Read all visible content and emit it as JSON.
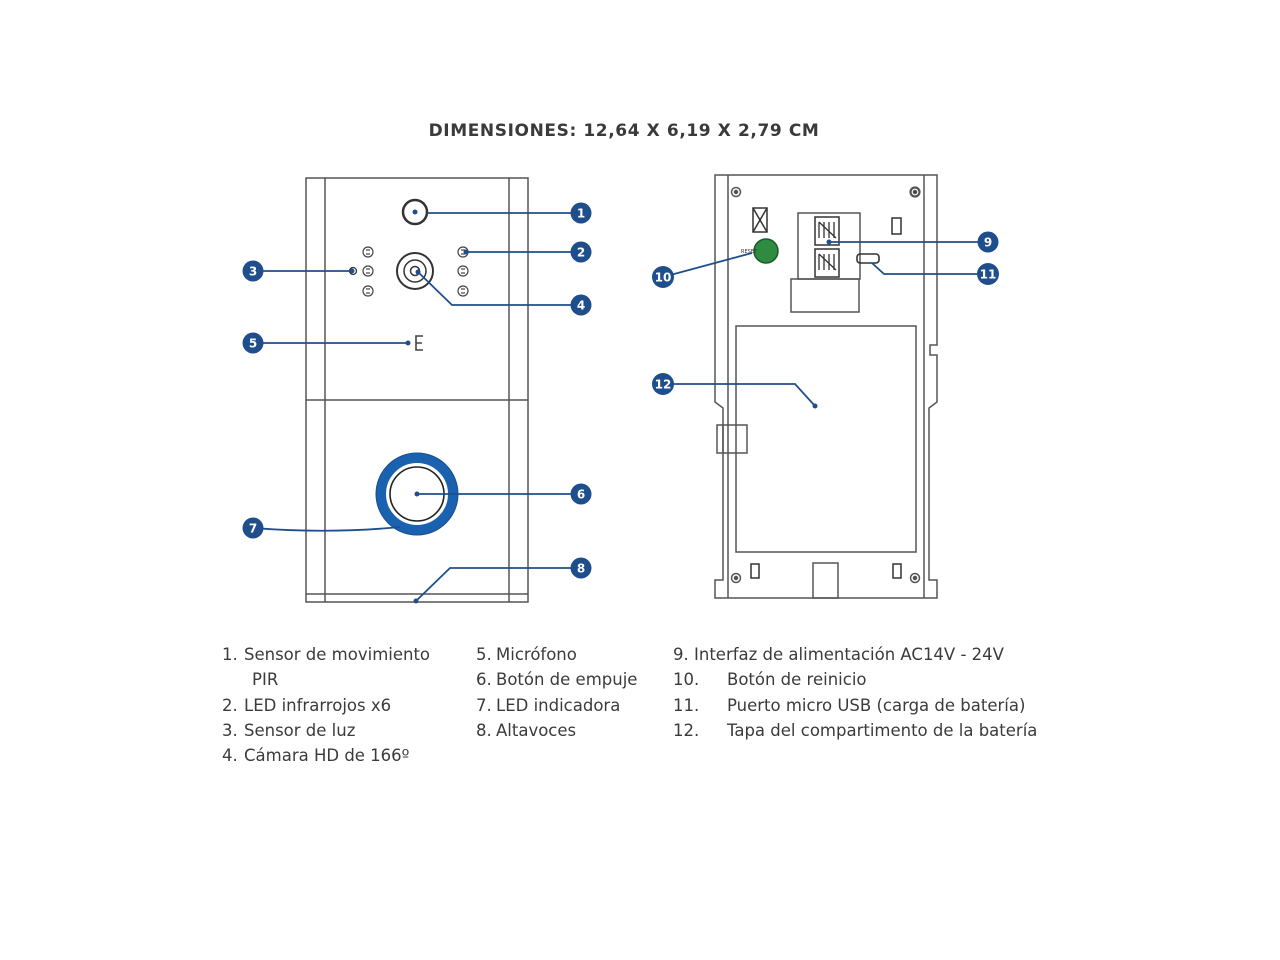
{
  "title": "DIMENSIONES: 12,64 X 6,19 X 2,79 CM",
  "colors": {
    "callout": "#1f4e8c",
    "ring": "#1a62b0",
    "line": "#1f4e8c",
    "outline": "#555555",
    "reset_button": "#2f8a42"
  },
  "diagram": {
    "reset_label": "RESET",
    "callouts": [
      "1",
      "2",
      "3",
      "4",
      "5",
      "6",
      "7",
      "8",
      "9",
      "10",
      "11",
      "12"
    ]
  },
  "legend": {
    "column1": [
      {
        "num": "1.",
        "text": "Sensor de movimiento",
        "cont": "PIR"
      },
      {
        "num": "2.",
        "text": "LED infrarrojos x6"
      },
      {
        "num": "3.",
        "text": "Sensor de luz"
      },
      {
        "num": "4.",
        "text": "Cámara HD de 166º"
      }
    ],
    "column2": [
      {
        "num": "5.",
        "text": "Micrófono"
      },
      {
        "num": "6.",
        "text": "Botón de empuje"
      },
      {
        "num": "7.",
        "text": "LED indicadora"
      },
      {
        "num": "8.",
        "text": "Altavoces"
      }
    ],
    "column3": [
      {
        "num": "9.",
        "text": "Interfaz de alimentación AC14V - 24V"
      },
      {
        "num": "10.",
        "text": "Botón de reinicio"
      },
      {
        "num": "11.",
        "text": "Puerto micro USB (carga de batería)"
      },
      {
        "num": "12.",
        "text": "Tapa del compartimento de la batería"
      }
    ]
  }
}
